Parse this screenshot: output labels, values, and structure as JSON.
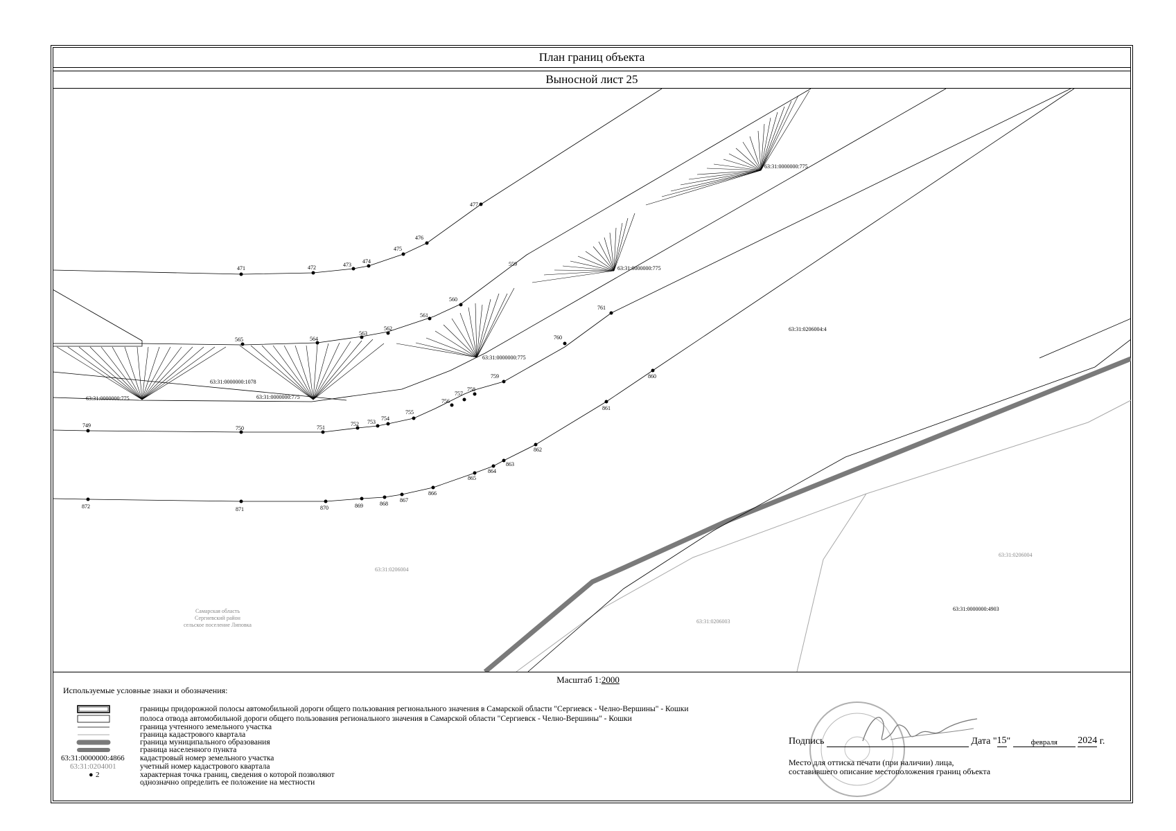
{
  "header": {
    "title": "План границ объекта",
    "subtitle": "Выносной лист 25"
  },
  "map": {
    "parcel_labels": [
      "63:31:0000000:775",
      "63:31:0000000:775",
      "63:31:0000000:775",
      "63:31:0000000:775",
      "63:31:0000000:775",
      "63:31:0000000:1078",
      "63:31:0206004:4",
      "63:31:0000000:4903"
    ],
    "quarter_labels": [
      "63:31:0206004",
      "63:31:0206004",
      "63:31:0206003"
    ],
    "settlement": [
      "Самарская область",
      "Сергиевский район",
      "сельское поселение Липовка"
    ],
    "points": {
      "p471": "471",
      "p472": "472",
      "p473": "473",
      "p474": "474",
      "p475": "475",
      "p476": "476",
      "p477": "477",
      "p559": "559",
      "p560": "560",
      "p561": "561",
      "p562": "562",
      "p563": "563",
      "p564": "564",
      "p565": "565",
      "p749": "749",
      "p750": "750",
      "p751": "751",
      "p752": "752",
      "p753": "753",
      "p754": "754",
      "p755": "755",
      "p756": "756",
      "p757": "757",
      "p758": "758",
      "p759": "759",
      "p760": "760",
      "p761": "761",
      "p860": "860",
      "p861": "861",
      "p862": "862",
      "p863": "863",
      "p864": "864",
      "p865": "865",
      "p866": "866",
      "p867": "867",
      "p868": "868",
      "p869": "869",
      "p870": "870",
      "p871": "871",
      "p872": "872"
    }
  },
  "scale": {
    "label": "Масштаб 1:",
    "value": "2000"
  },
  "legend": {
    "title": "Используемые условные знаки и обозначения:",
    "items": [
      {
        "symbol": "double-box",
        "text": "границы придорожной полосы автомобильной дороги общего пользования регионального значения в Самарской области \"Сергиевск - Челно-Вершины\" - Кошки"
      },
      {
        "symbol": "box",
        "text": "полоса отвода автомобильной дороги общего пользования регионального значения в Самарской области \"Сергиевск - Челно-Вершины\" - Кошки"
      },
      {
        "symbol": "thin-line",
        "text": "граница учтенного земельного участка"
      },
      {
        "symbol": "grey-line",
        "text": "граница кадастрового квартала"
      },
      {
        "symbol": "thick-rounded",
        "text": "граница муниципального образования"
      },
      {
        "symbol": "thick-grey",
        "text": "граница населенного пункта"
      },
      {
        "symbol": "parcel-number",
        "sample": "63:31:0000000:4866",
        "text": "кадастровый номер земельного участка"
      },
      {
        "symbol": "quarter-number",
        "sample": "63:31:0204001",
        "text": "учетный номер кадастрового квартала"
      },
      {
        "symbol": "point",
        "sample": "2",
        "text": "характерная точка границ, сведения о которой позволяют"
      },
      {
        "symbol": "none",
        "text": "однозначно определить ее положение на местности"
      }
    ]
  },
  "signature": {
    "label": "Подпись",
    "date_label": "Дата",
    "day": "15",
    "month": "февраля",
    "year": "2024",
    "year_suffix": "г.",
    "note_line1": "Место для оттиска печати (при наличии) лица,",
    "note_line2": "составившего описание местоположения границ объекта"
  },
  "colors": {
    "muni_border": "#7a7a7a",
    "quarter_border": "#a8a8a8",
    "line": "#000000"
  }
}
